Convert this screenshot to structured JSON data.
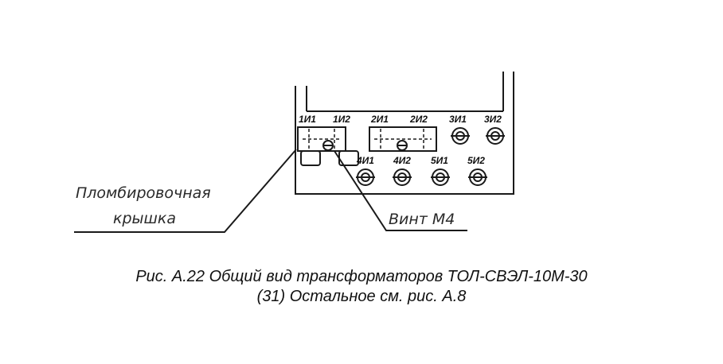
{
  "drawing": {
    "terminals_top": [
      "1И1",
      "1И2",
      "2И1",
      "2И2",
      "3И1",
      "3И2"
    ],
    "terminals_bottom": [
      "4И1",
      "4И2",
      "5И1",
      "5И2"
    ],
    "callout_cover": [
      "Пломбировочная",
      "крышка"
    ],
    "callout_screw": "Винт М4"
  },
  "caption": {
    "line1": "Рис. А.22 Общий вид трансформаторов ТОЛ-СВЭЛ-10М-30",
    "line2": "(31) Остальное см. рис. А.8"
  }
}
